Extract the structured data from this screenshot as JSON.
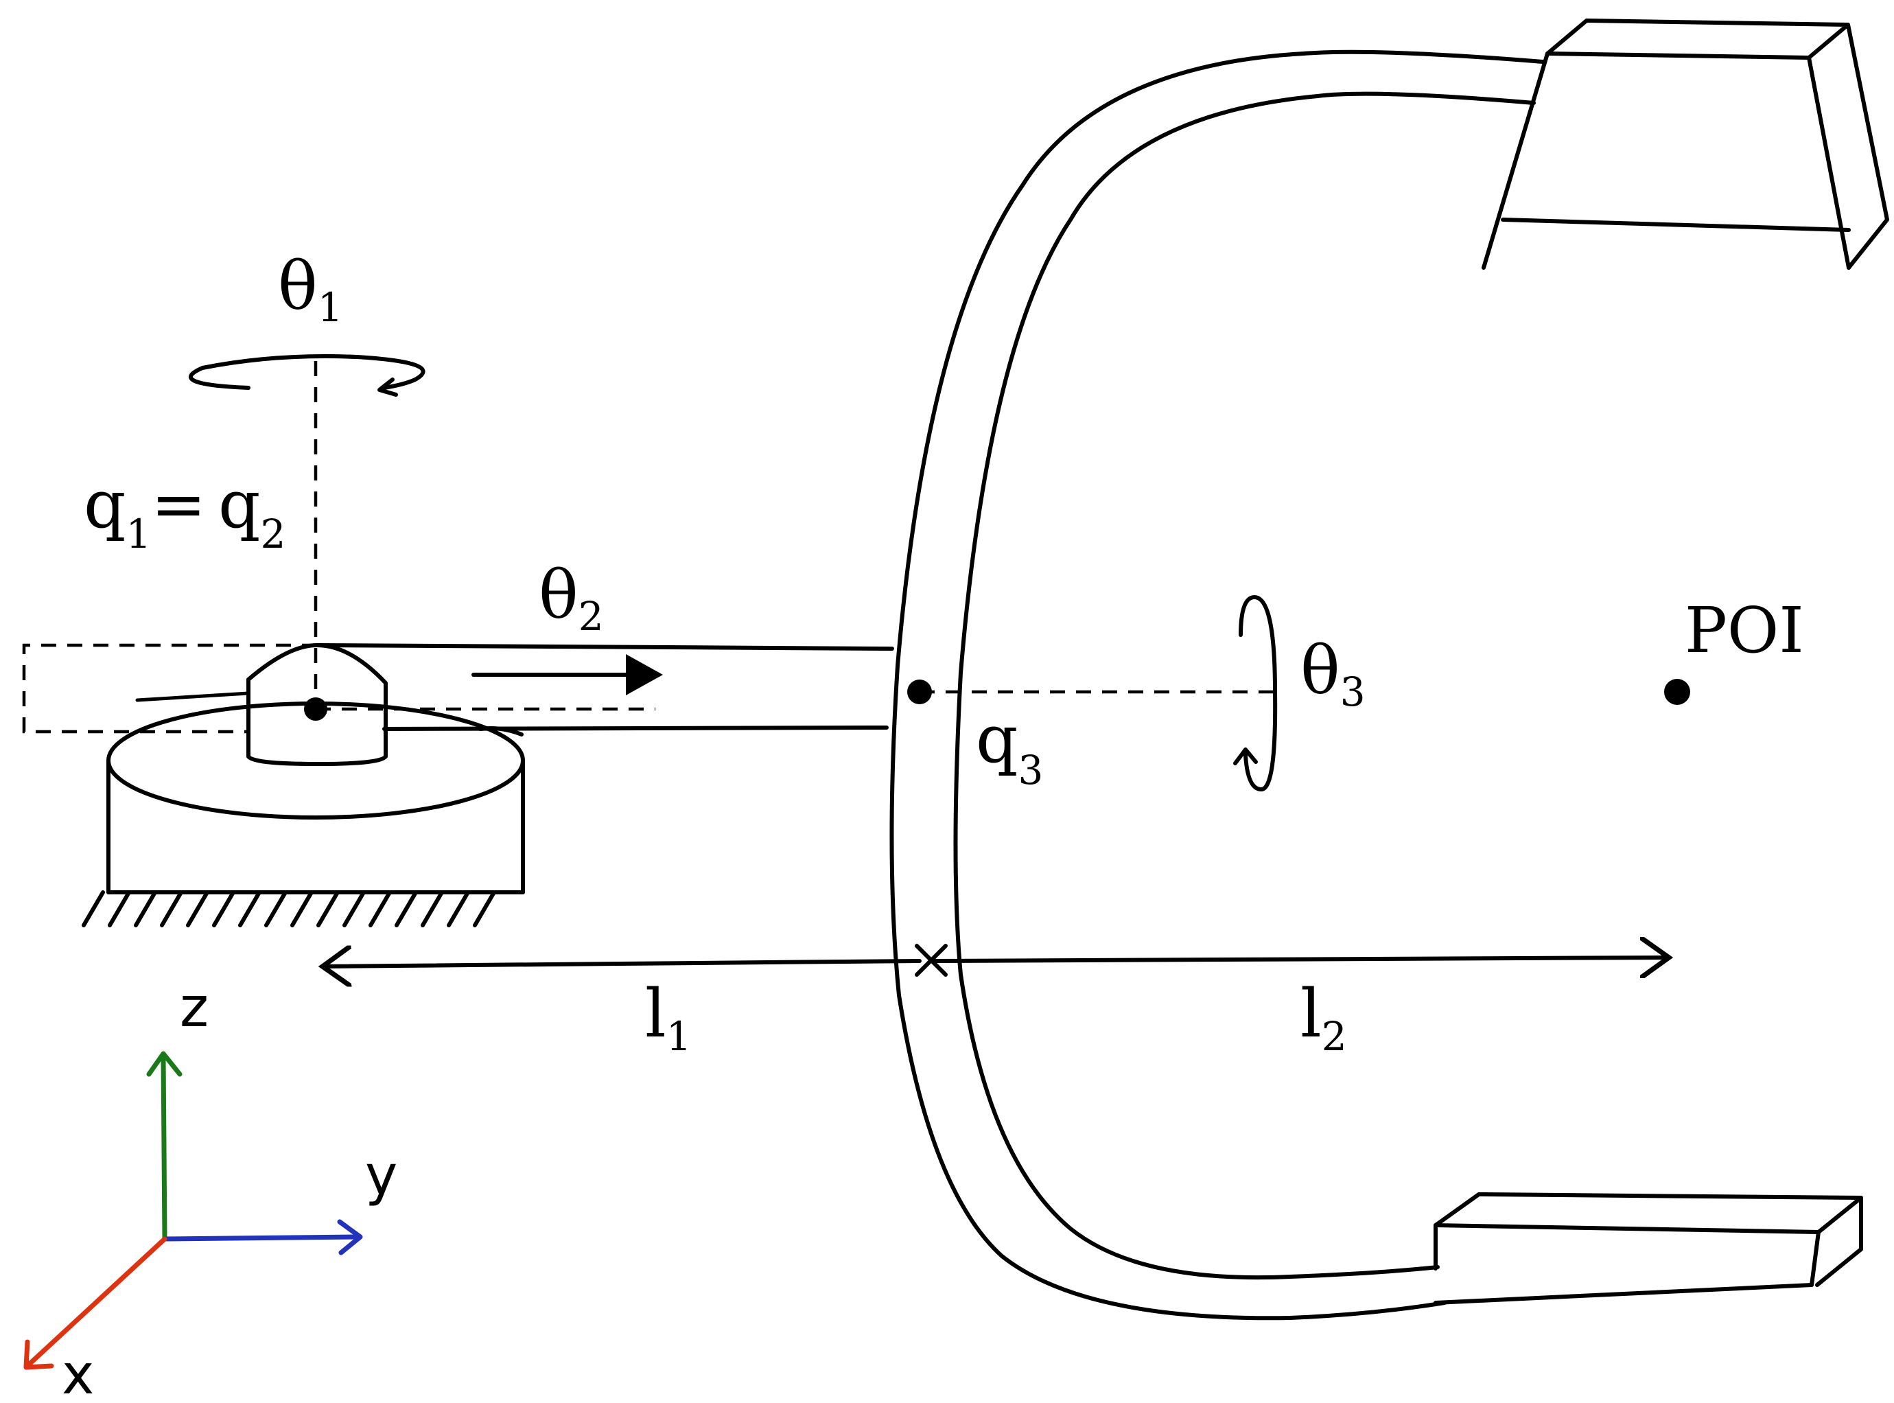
{
  "labels": {
    "theta1": {
      "main": "θ",
      "sub": "1"
    },
    "theta2": {
      "main": "θ",
      "sub": "2"
    },
    "theta3": {
      "main": "θ",
      "sub": "3"
    },
    "q1": {
      "main": "q",
      "sub": "1"
    },
    "equals": "=",
    "q2": {
      "main": "q",
      "sub": "2"
    },
    "q3": {
      "main": "q",
      "sub": "3"
    },
    "l1": {
      "main": "l",
      "sub": "1"
    },
    "l2": {
      "main": "l",
      "sub": "2"
    },
    "poi": "POI"
  },
  "axes": {
    "z": {
      "label": "z",
      "color": "#1a7a1a"
    },
    "y": {
      "label": "y",
      "color": "#2233bb"
    },
    "x": {
      "label": "x",
      "color": "#dd3311"
    }
  }
}
